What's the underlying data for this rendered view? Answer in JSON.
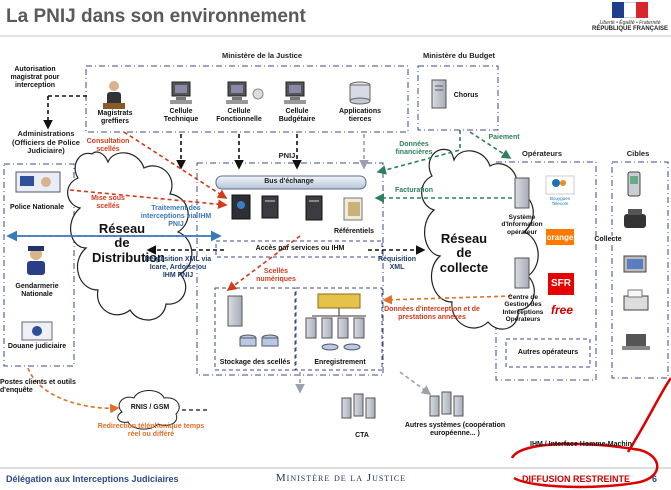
{
  "title": "La PNIJ dans son environnement",
  "logo": {
    "motto": "Liberté • Égalité • Fraternité",
    "caption": "RÉPUBLIQUE FRANÇAISE"
  },
  "sections": {
    "justice": "Ministère de la Justice",
    "budget": "Ministère du Budget",
    "administrations": "Administrations (Officiers de Police Judiciaire)",
    "pnij": "PNIJ",
    "operateurs": "Opérateurs",
    "cibles": "Cibles"
  },
  "autorisation": "Autorisation magistrat pour interception",
  "justice_items": [
    "Magistrats greffiers",
    "Cellule Technique",
    "Cellule Fonctionnelle",
    "Cellule Budgétaire",
    "Applications tierces"
  ],
  "chorus": "Chorus",
  "admin_items": [
    "Police Nationale",
    "Gendarmerie Nationale",
    "Douane judiciaire"
  ],
  "postes": "Postes clients et outils d'enquête",
  "clouds": {
    "distribution": "Réseau de Distribution",
    "collecte": "Réseau de collecte"
  },
  "pnij_items": {
    "bus": "Bus d'échange",
    "referentiels": "Référentiels",
    "acces": "Accès par services ou IHM",
    "stockage": "Stockage des scellés",
    "enregistrement": "Enregistrement"
  },
  "operateur_items": {
    "si": "Système d'Information opérateur",
    "centre": "Centre de Gestion des Interceptions Opérateurs",
    "autres": "Autres opérateurs",
    "collecte": "Collecte"
  },
  "brands": {
    "bouygues": "Bouygues Telecom",
    "orange": "orange",
    "sfr": "SFR",
    "free": "free"
  },
  "labels": {
    "consultation": "Consultation scellés",
    "mise_sous": "Mise sous scellés",
    "traitement": "Traitement des interceptions via IHM PNIJ",
    "requisition_xml": "Réquisition XML via Icare, Ardoise ou IHM PNIJ",
    "scelles_num": "Scellés numériques",
    "requisition": "Réquisition XML",
    "donnees_fin": "Données financières",
    "paiement": "Paiement",
    "facturation": "Facturation",
    "donnees_int": "Données d'interception et de prestations annexes",
    "rnis": "RNIS / GSM",
    "redirection": "Redirection téléphonique temps réel ou différé",
    "cta": "CTA",
    "autres_systemes": "Autres systèmes (coopération européenne... )",
    "ihm": "IHM / Interface Homme-Machin"
  },
  "footer": {
    "left": "Délégation aux Interceptions Judiciaires",
    "center": "Ministère de la Justice",
    "right": "DIFFUSION RESTREINTE",
    "page": "6"
  },
  "colors": {
    "red": "#d23a1a",
    "blue": "#3a78b8",
    "green": "#2e7f5e",
    "dashed_box": "#3b4a8a",
    "footer_text": "#2b4b8a",
    "restricted": "#cc0000"
  }
}
